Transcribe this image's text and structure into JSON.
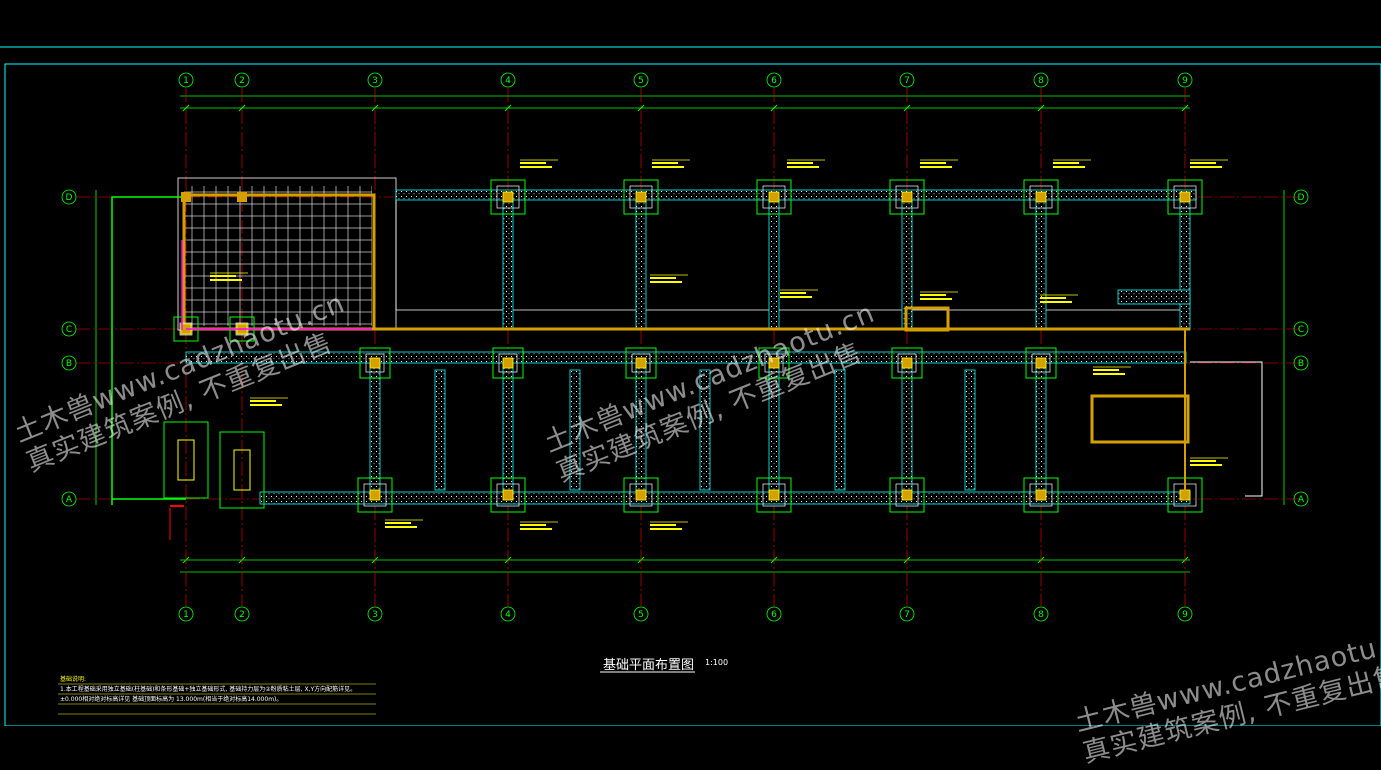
{
  "drawing": {
    "title": "基础平面布置图",
    "scale": "1:100",
    "grid_top": [
      "1",
      "2",
      "3",
      "4",
      "5",
      "6",
      "7",
      "8",
      "9"
    ],
    "grid_side": [
      "D",
      "C",
      "B",
      "A"
    ]
  },
  "notes": {
    "heading": "基础说明:",
    "line1": "1.本工程基础采用独立基础(柱基础)和条形基础+独立基础形式, 基础持力层为②粉质粘土层, X,Y方向配筋详见。",
    "line2": "±0.000相对绝对标高详见    基础顶面标高为    13.000m(相当于绝对标高14.000m)。"
  },
  "watermarks": [
    {
      "line1": "土木兽www.cadzhaotu.cn",
      "line2": "真实建筑案例, 不重复出售"
    },
    {
      "line1": "土木兽www.cadzhaotu.cn",
      "line2": "真实建筑案例, 不重复出售"
    },
    {
      "line1": "土木兽www.cadzhaotu.cn",
      "line2": "真实建筑案例, 不重复出售"
    }
  ],
  "colors": {
    "background": "#000000",
    "frame": "#00ffff",
    "foundation": "#00ff00",
    "grid_axis": "#ff0000",
    "annotation": "#ffff00",
    "highlight": "#ff00ff",
    "hatch": "#ffffff"
  }
}
